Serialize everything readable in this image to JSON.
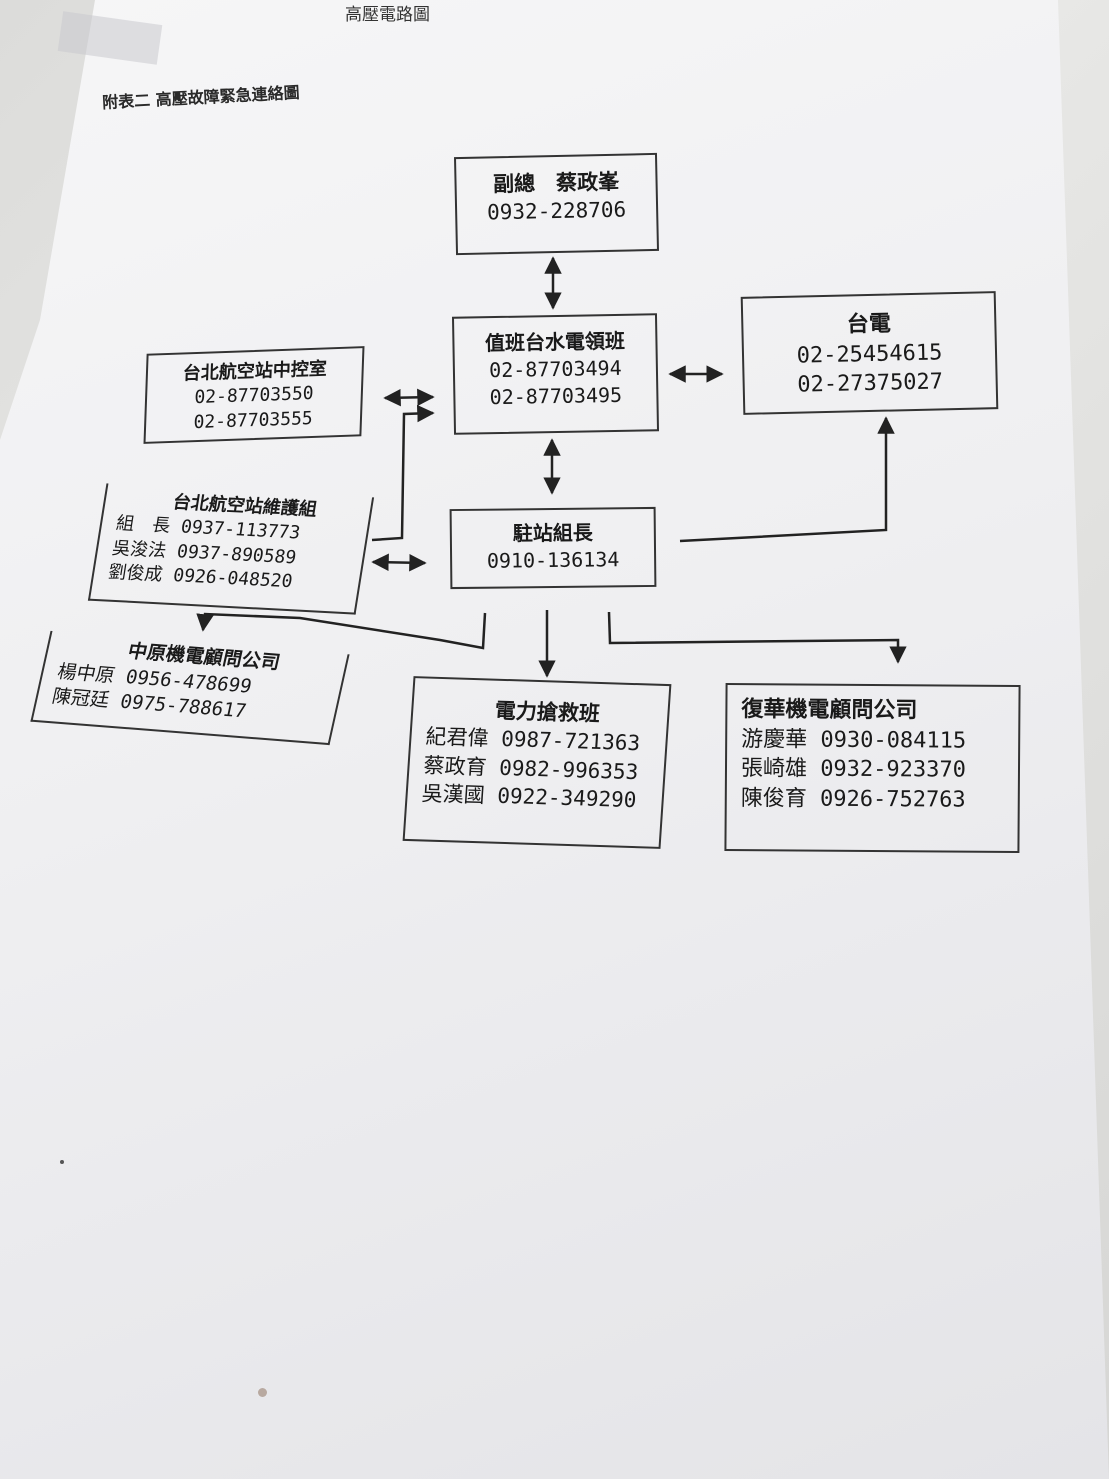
{
  "page": {
    "top_strip_text": "高壓電路圖",
    "header": "附表二 高壓故障緊急連絡圖"
  },
  "boxes": {
    "vice_gm": {
      "line1": "副總　蔡政峯",
      "line2": "0932-228706"
    },
    "duty_team": {
      "line1": "值班台水電領班",
      "line2": "02-87703494",
      "line3": "02-87703495"
    },
    "taipower": {
      "line1": "台電",
      "line2": "02-25454615",
      "line3": "02-27375027"
    },
    "control_room": {
      "line1": "台北航空站中控室",
      "line2": "02-87703550",
      "line3": "02-87703555"
    },
    "maintenance": {
      "line1": "台北航空站維護組",
      "line2": "組　長 0937-113773",
      "line3": "吳浚法 0937-890589",
      "line4": "劉俊成 0926-048520"
    },
    "station_chief": {
      "line1": "駐站組長",
      "line2": "0910-136134"
    },
    "zhongyuan": {
      "line1": "中原機電顧問公司",
      "line2": "楊中原 0956-478699",
      "line3": "陳冠廷 0975-788617"
    },
    "rescue": {
      "line1": "電力搶救班",
      "line2": "紀君偉 0987-721363",
      "line3": "蔡政育 0982-996353",
      "line4": "吳漢國 0922-349290"
    },
    "fuhua": {
      "line1": "復華機電顧問公司",
      "line2": "游慶華 0930-084115",
      "line3": "張崎雄 0932-923370",
      "line4": "陳俊育 0926-752763"
    }
  },
  "colors": {
    "ink": "#1a1a1a",
    "paper": "#f2f2f4",
    "background": "#e0e0de"
  }
}
